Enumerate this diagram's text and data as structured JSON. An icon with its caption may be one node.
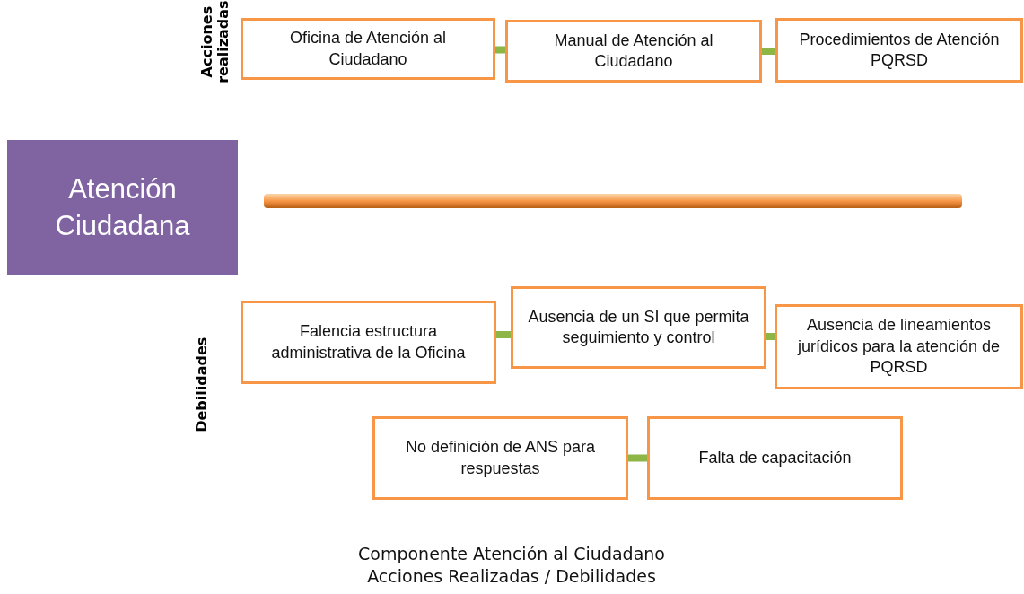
{
  "diagram": {
    "caption": "Componente Atención al Ciudadano Acciones Realizadas / Debilidades",
    "nodes": [
      {
        "text": [
          "Atención Ciudadana"
        ]
      },
      {
        "text": [
          "Oficina de Atención al Ciudadano"
        ]
      },
      {
        "text": [
          "Manual de Atención al Ciudadano"
        ]
      },
      {
        "text": [
          "Procedimientos de Atención PQRSD"
        ]
      },
      {
        "text": [],
        "shape": "bar"
      },
      {
        "text": [
          "Falencia estructura administrativa de la Oficina"
        ]
      },
      {
        "text": [
          "Ausencia de un SI que permita seguimiento y control"
        ]
      },
      {
        "text": [
          "Ausencia de lineamientos jurídicos para la atención de PQRSD"
        ]
      },
      {
        "text": [
          "No definición de ANS para respuestas"
        ]
      },
      {
        "text": [
          "Falta de capacitación"
        ]
      }
    ],
    "edges": [
      {
        "from": 1,
        "to": 2,
        "arrow": "none"
      },
      {
        "from": 2,
        "to": 3,
        "arrow": "none"
      },
      {
        "from": 5,
        "to": 6,
        "arrow": "none"
      },
      {
        "from": 6,
        "to": 7,
        "arrow": "none"
      },
      {
        "from": 8,
        "to": 9,
        "arrow": "none"
      }
    ],
    "labels": [
      "Acciones realizadas",
      "Debilidades"
    ]
  }
}
